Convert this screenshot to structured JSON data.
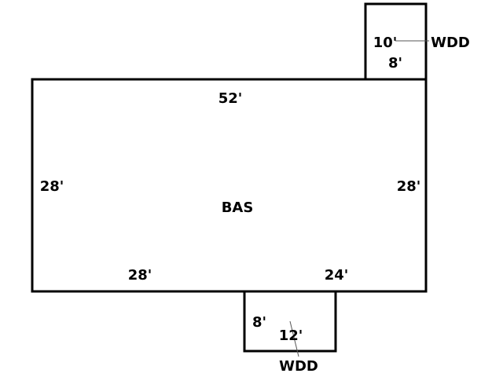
{
  "main_area": {
    "name": "BAS",
    "dim_top": "52'",
    "dim_left": "28'",
    "dim_right": "28'",
    "dim_bottom_left": "28'",
    "dim_bottom_right": "24'"
  },
  "top_deck": {
    "name": "WDD",
    "dim_width": "8'",
    "dim_height": "10'"
  },
  "bottom_deck": {
    "name": "WDD",
    "dim_height": "8'",
    "dim_width": "12'"
  }
}
